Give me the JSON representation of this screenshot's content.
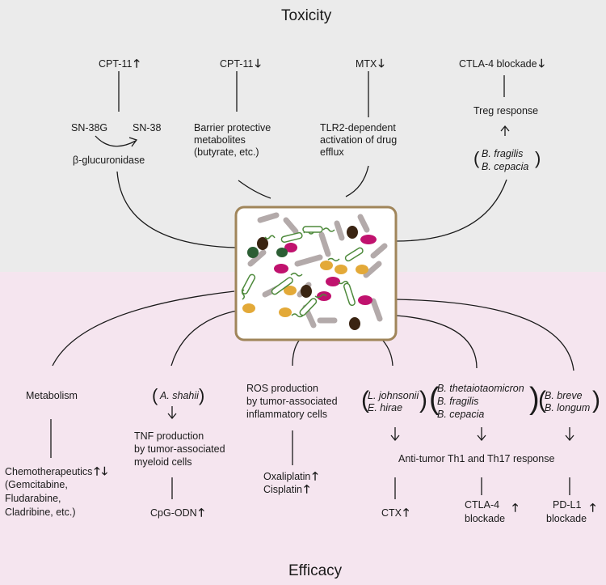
{
  "sections": {
    "toxicity_title": "Toxicity",
    "efficacy_title": "Efficacy"
  },
  "toxicity": {
    "col1": {
      "drug": "CPT-11",
      "sn38g": "SN-38G",
      "sn38": "SN-38",
      "enzyme": "β-glucuronidase"
    },
    "col2": {
      "drug": "CPT-11",
      "line1": "Barrier protective",
      "line2": "metabolites",
      "line3": "(butyrate, etc.)"
    },
    "col3": {
      "drug": "MTX",
      "line1": "TLR2-dependent",
      "line2": "activation of drug",
      "line3": "efflux"
    },
    "col4": {
      "drug": "CTLA-4 blockade",
      "response": "Treg response",
      "bact1": "B. fragilis",
      "bact2": "B. cepacia"
    }
  },
  "efficacy": {
    "col1": {
      "label": "Metabolism",
      "drug1": "Chemotherapeutics",
      "drug2": "(Gemcitabine,",
      "drug3": "Fludarabine,",
      "drug4": "Cladribine, etc.)"
    },
    "col2": {
      "bact": "A. shahii",
      "line1": "TNF production",
      "line2": "by tumor-associated",
      "line3": "myeloid cells",
      "drug": "CpG-ODN"
    },
    "col3": {
      "line1": "ROS production",
      "line2": "by tumor-associated",
      "line3": "inflammatory cells",
      "drug1": "Oxaliplatin",
      "drug2": "Cisplatin"
    },
    "col4": {
      "bact1": "L. johnsonii",
      "bact2": "E. hirae",
      "drug": "CTX"
    },
    "col5": {
      "bact1": "B. thetaiotaomicron",
      "bact2": "B. fragilis",
      "bact3": "B. cepacia",
      "drug1": "CTLA-4",
      "drug2": "blockade"
    },
    "col6": {
      "bact1": "B. breve",
      "bact2": "B. longum",
      "drug1": "PD-L1",
      "drug2": "blockade"
    },
    "shared_response": "Anti-tumor Th1 and Th17 response"
  },
  "colors": {
    "toxicity_bg": "#ebebeb",
    "efficacy_bg": "#f5e5ef",
    "box_border": "#a0855a",
    "magenta": "#c0126e",
    "yellow": "#e3a938",
    "green": "#2c5e34",
    "brown": "#3a2412",
    "gray_rod": "#b3aaaa",
    "bacteria_green": "#4e8a3c"
  },
  "icons": {
    "up": "up-arrow-icon",
    "down": "down-arrow-icon"
  }
}
